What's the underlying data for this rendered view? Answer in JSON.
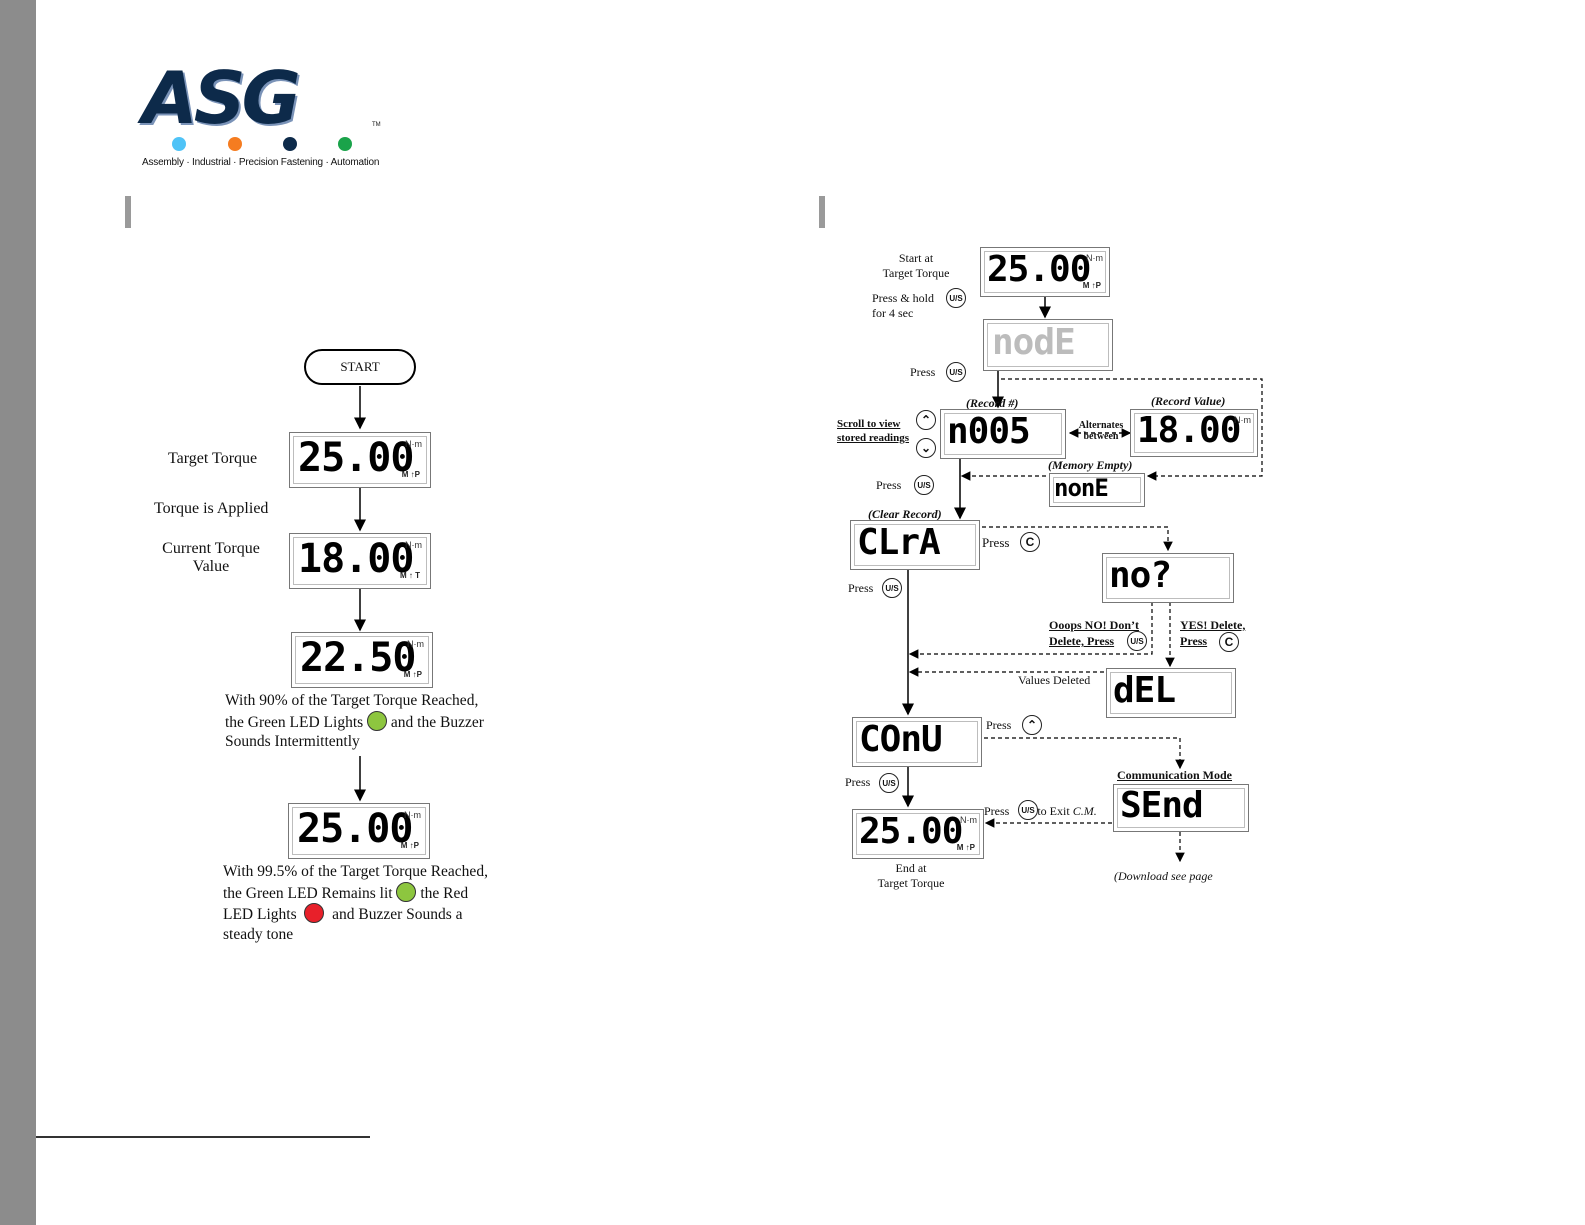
{
  "logo": {
    "text": "ASG",
    "tm": "TM",
    "tagline": "Assembly · Industrial · Precision Fastening · Automation",
    "dot_colors": [
      "#4fc3f7",
      "#f57c20",
      "#0d2a4a",
      "#1aa34a"
    ]
  },
  "led_colors": {
    "green": "#8dc63f",
    "red": "#e8202a"
  },
  "left_flow": {
    "start": "START",
    "lcd1": {
      "value": "25.00",
      "unit": "N·m",
      "sub": "M ↑P"
    },
    "lcd2": {
      "value": "18.00",
      "unit": "N·m",
      "sub": "M ↑ T"
    },
    "lcd3": {
      "value": "22.50",
      "unit": "N·m",
      "sub": "M ↑P"
    },
    "lcd4": {
      "value": "25.00",
      "unit": "N·m",
      "sub": "M ↑P"
    },
    "label_target": "Target Torque",
    "label_applied": "Torque is Applied",
    "label_current_1": "Current Torque",
    "label_current_2": "Value",
    "note90": {
      "l1": "With 90% of  the Target Torque Reached,",
      "l2a": "the Green LED Lights",
      "l2b": "and the Buzzer",
      "l3": "Sounds Intermittently"
    },
    "note995": {
      "l1": "With 99.5% of the Target Torque Reached,",
      "l2a": "the Green LED Remains lit",
      "l2b": "the Red",
      "l3a": "LED Lights",
      "l3b": "and Buzzer Sounds a",
      "l4": "steady tone"
    }
  },
  "right_flow": {
    "start_1": "Start at",
    "start_2": "Target Torque",
    "lcd_start": {
      "value": "25.00",
      "unit": "N·m",
      "sub": "M ↑P"
    },
    "hold_1": "Press & hold",
    "hold_2": "for 4 sec",
    "mode": "nodE",
    "press": "Press",
    "record_num_label": "(Record #)",
    "record_value_label": "(Record Value)",
    "record_num": "n005",
    "record_value": {
      "value": "18.00",
      "unit": "N·m"
    },
    "scroll_1": "Scroll to view",
    "scroll_2": "stored readings",
    "alternates_1": "Alternates",
    "alternates_2": "between",
    "memory_empty": "(Memory Empty)",
    "none": "nonE",
    "clear_record_label": "(Clear Record)",
    "clr": "CLrA",
    "no": "no?",
    "oops_1": "Ooops NO! Don’t",
    "oops_2": "Delete, Press",
    "yes_1": "YES! Delete,",
    "yes_2": "Press",
    "values_deleted": "Values Deleted",
    "del": "dEL",
    "conu": "COnU",
    "comm_mode": "Communication Mode",
    "send": "SEnd",
    "exit_cm_a": "to Exit",
    "exit_cm_b": "C.M.",
    "lcd_end": {
      "value": "25.00",
      "unit": "N·m",
      "sub": "M ↑P"
    },
    "end_1": "End at",
    "end_2": "Target Torque",
    "download": "(Download see page",
    "btn_us": "U/S",
    "btn_c": "C",
    "btn_up": "⌃",
    "btn_down": "⌄"
  }
}
